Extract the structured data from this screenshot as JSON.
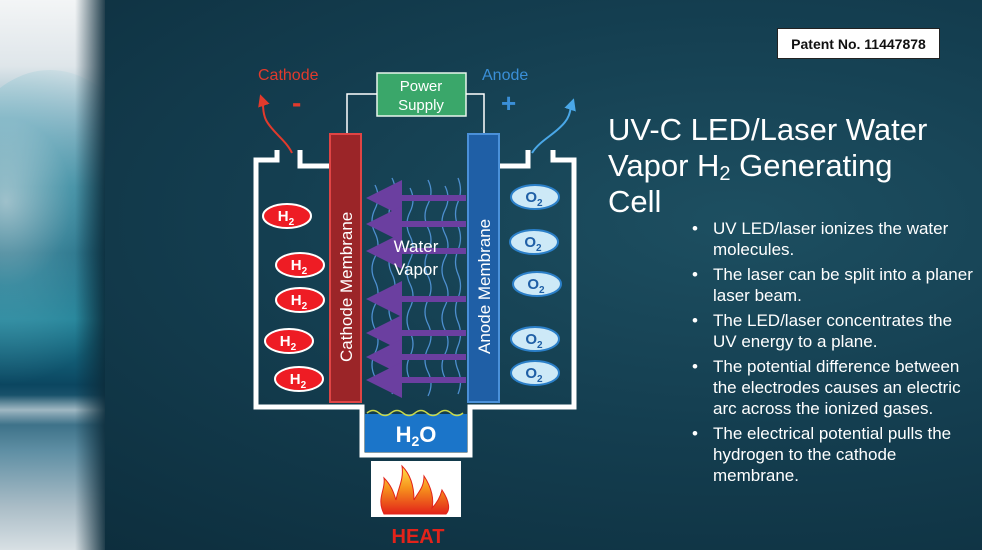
{
  "patent_label": "Patent No. 11447878",
  "title_line1": "UV-C LED/Laser Water",
  "title_line2_prefix": "Vapor H",
  "title_line2_sub": "2",
  "title_line2_suffix": " Generating",
  "title_line3": "Cell",
  "bullets": [
    "UV LED/laser ionizes the water molecules.",
    "The laser can be split into a planer laser beam.",
    "The LED/laser concentrates the UV energy to a plane.",
    "The potential difference between the electrodes causes an electric arc across the ionized gases.",
    "The electrical potential pulls the hydrogen to the cathode membrane."
  ],
  "diagram": {
    "cathode_label": "Cathode",
    "anode_label": "Anode",
    "minus_sign": "-",
    "plus_sign": "+",
    "power_line1": "Power",
    "power_line2": "Supply",
    "cathode_membrane": "Cathode Membrane",
    "anode_membrane": "Anode Membrane",
    "water_line1": "Water",
    "water_line2": "Vapor",
    "h2_main": "H",
    "h2_sub": "2",
    "o2_main": "O",
    "o2_sub": "2",
    "h2o_h": "H",
    "h2o_sub": "2",
    "h2o_o": "O",
    "heat_label": "HEAT",
    "colors": {
      "cathode_red": "#e23a2c",
      "anode_blue": "#3a8fd8",
      "power_green": "#3aa76a",
      "arrow_purple": "#6b3fa0",
      "membrane_red": "#9b2528",
      "membrane_blue": "#1f5fa6",
      "o2_fill": "#cde9f7",
      "h2_fill": "#ee1c24"
    }
  }
}
